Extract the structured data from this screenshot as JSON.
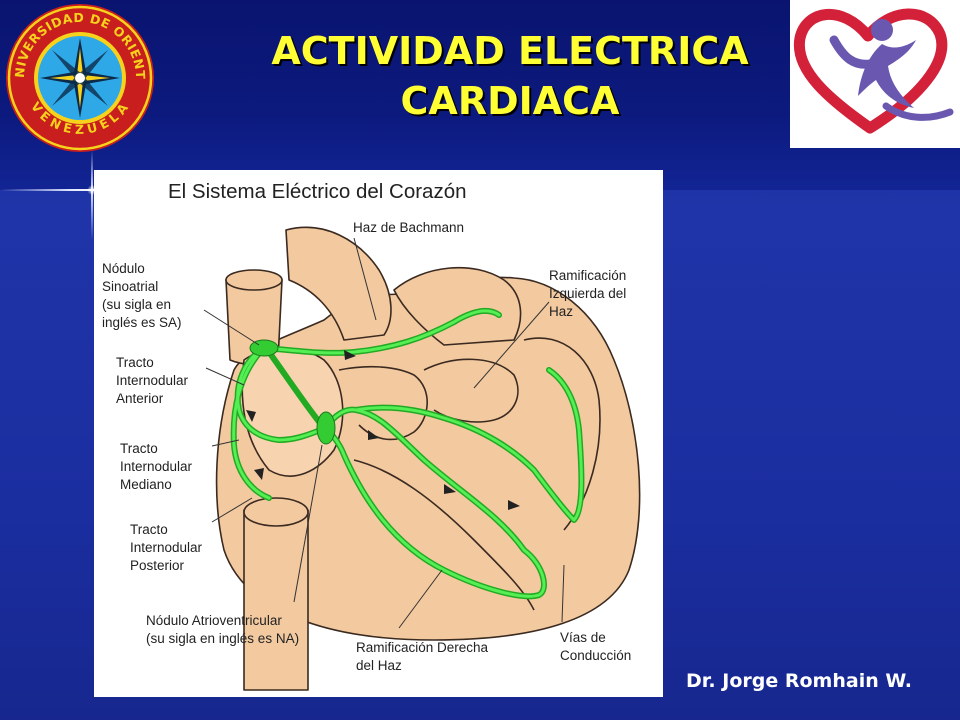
{
  "slide": {
    "title_line1": "ACTIVIDAD ELECTRICA",
    "title_line2": "CARDIACA",
    "author": "Dr. Jorge Romhain W."
  },
  "seal": {
    "text_top": "UNIVERSIDAD DE ORIENTE",
    "text_bottom": "VENEZUELA"
  },
  "diagram": {
    "title": "El Sistema Eléctrico del Corazón",
    "labels": {
      "bachmann": "Haz de Bachmann",
      "sa_1": "Nódulo",
      "sa_2": "Sinoatrial",
      "sa_3": "(su sigla en",
      "sa_4": "inglés es SA)",
      "left_branch_1": "Ramificación",
      "left_branch_2": "Izquierda del",
      "left_branch_3": "Haz",
      "anterior_1": "Tracto",
      "anterior_2": "Internodular",
      "anterior_3": "Anterior",
      "middle_1": "Tracto",
      "middle_2": "Internodular",
      "middle_3": "Mediano",
      "posterior_1": "Tracto",
      "posterior_2": "Internodular",
      "posterior_3": "Posterior",
      "av_1": "Nódulo Atrioventricular",
      "av_2": "(su sigla en inglés es NA)",
      "right_branch_1": "Ramificación Derecha",
      "right_branch_2": "del Haz",
      "conduction_1": "Vías de",
      "conduction_2": "Conducción"
    }
  },
  "colors": {
    "title_yellow": "#ffff33",
    "background_blue": "#1f34a8",
    "heart_tissue": "#f3c9a0",
    "conduction_green": "#44dd44"
  }
}
